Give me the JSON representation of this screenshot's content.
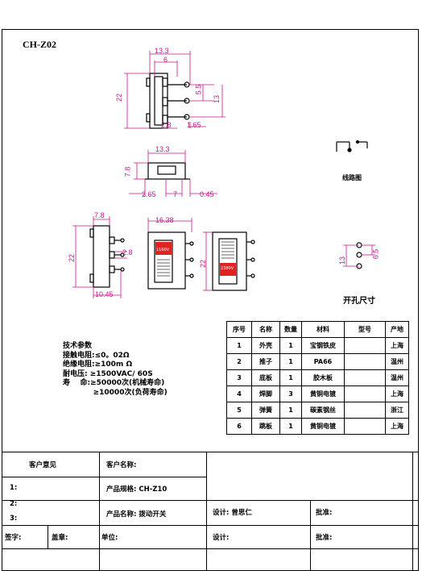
{
  "drawing": {
    "model": "CH-Z02",
    "dims_top": {
      "w_total": "13.3",
      "w_inner": "6",
      "h_total": "22",
      "pitch": "5.5",
      "h_pins": "13",
      "lead": "2.8",
      "pin_len": "1.65"
    },
    "dims_side": {
      "w_total": "13.3",
      "h": "7.8",
      "left_off": "2.65",
      "mid": "7",
      "right_off": "0.45"
    },
    "dims_front": {
      "w_top": "7.8",
      "w_body": "16.38",
      "h": "22",
      "pin_len": "2.8",
      "w_bottom": "10.45",
      "h_right": "22"
    },
    "switch_labels": {
      "a": "1160V",
      "b": "2380V"
    },
    "circuit_label": "线路图",
    "hole_label": "开孔尺寸",
    "hole_dims": {
      "h": "13",
      "pitch": "6.5"
    }
  },
  "tech_params": {
    "heading": "技术参数",
    "lines": [
      "接触电阻:≤0。02Ω",
      "绝缘电阻:≥100m Ω",
      "耐电压:  ≥1500VAC/ 60S",
      "寿    命:≥50000次(机械寿命)",
      "            ≥10000次(负荷寿命)"
    ]
  },
  "parts_table": {
    "headers": [
      "序号",
      "名称",
      "数量",
      "材料",
      "型号",
      "产地"
    ],
    "rows": [
      [
        "1",
        "外壳",
        "1",
        "宝钢铁皮",
        "",
        "上海"
      ],
      [
        "2",
        "推子",
        "1",
        "PA66",
        "",
        "温州"
      ],
      [
        "3",
        "底板",
        "1",
        "胶木板",
        "",
        "温州"
      ],
      [
        "4",
        "焊脚",
        "3",
        "黄铜电镀",
        "",
        "上海"
      ],
      [
        "5",
        "弹簧",
        "1",
        "碳素钢丝",
        "",
        "浙江"
      ],
      [
        "6",
        "跳板",
        "1",
        "黄铜电镀",
        "",
        "上海"
      ]
    ]
  },
  "title_block": {
    "customer_opinion": "客户意见",
    "customer_name_label": "客户名称:",
    "item1": "1:",
    "item2": "2:",
    "item3": "3:",
    "spec_label": "产品规格: CH-Z10",
    "product_name": "产品名称: 拨动开关",
    "design": "设计: 曾思仁",
    "approve": "批准:",
    "sign": "签字:",
    "seal": "盖章:",
    "unit": "单位:",
    "design2": "设计:",
    "approve2": "批准:"
  }
}
